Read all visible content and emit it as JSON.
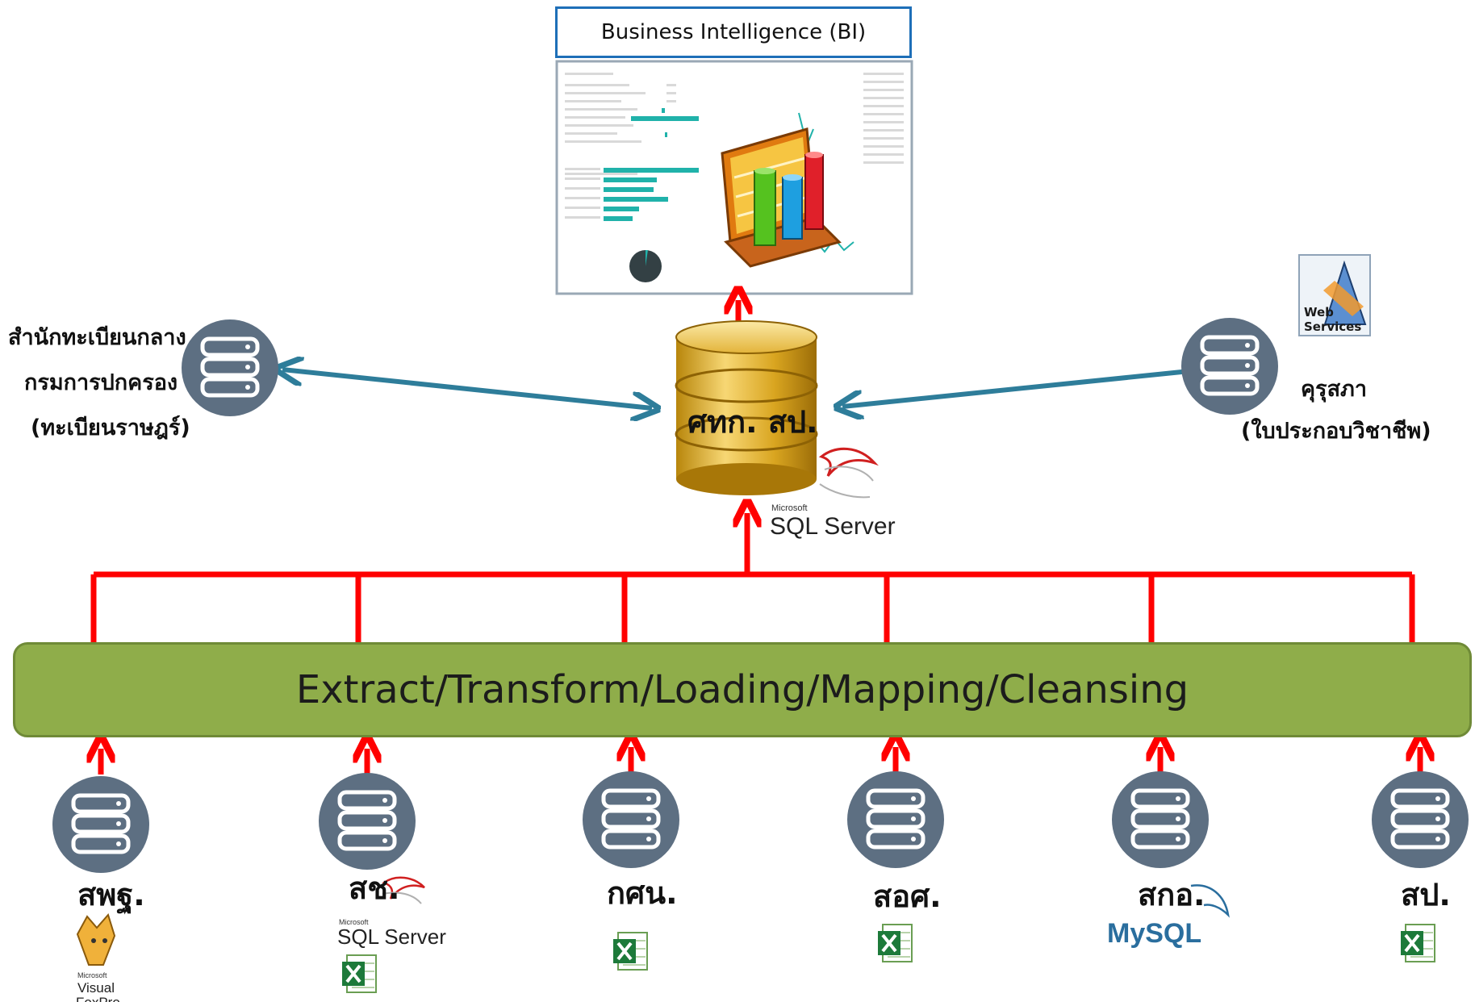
{
  "bi": {
    "title": "Business Intelligence (BI)"
  },
  "center": {
    "label": "ศทก. สป.",
    "platform": {
      "vendor": "Microsoft",
      "product": "SQL Server"
    }
  },
  "left_node": {
    "line1": "สำนักทะเบียนกลาง",
    "line2": "กรมการปกครอง",
    "line3": "(ทะเบียนราษฎร์)"
  },
  "right_node": {
    "line1": "คุรุสภา",
    "line2": "(ใบประกอบวิชาชีพ)",
    "badge_line1": "Web",
    "badge_line2": "Services"
  },
  "etl": {
    "label": "Extract/Transform/Loading/Mapping/Cleansing"
  },
  "sources": [
    {
      "label": "สพฐ.",
      "tech": "Visual FoxPro",
      "tech_vendor": "Microsoft",
      "tech_line1": "Visual",
      "tech_line2": "FoxPro"
    },
    {
      "label": "สช.",
      "tech": "SQL Server + Excel",
      "tech_vendor": "Microsoft",
      "tech_line1": "SQL Server"
    },
    {
      "label": "กศน.",
      "tech": "Excel"
    },
    {
      "label": "สอศ.",
      "tech": "Excel"
    },
    {
      "label": "สกอ.",
      "tech": "MySQL",
      "tech_line1": "MySQL"
    },
    {
      "label": "สป.",
      "tech": "Excel"
    }
  ],
  "colors": {
    "red_arrow": "#ff0000",
    "teal_arrow": "#2e7d9a",
    "etl_green": "#8fad4a",
    "db_icon": "#5d6f82",
    "bi_border": "#1e6fb8"
  }
}
